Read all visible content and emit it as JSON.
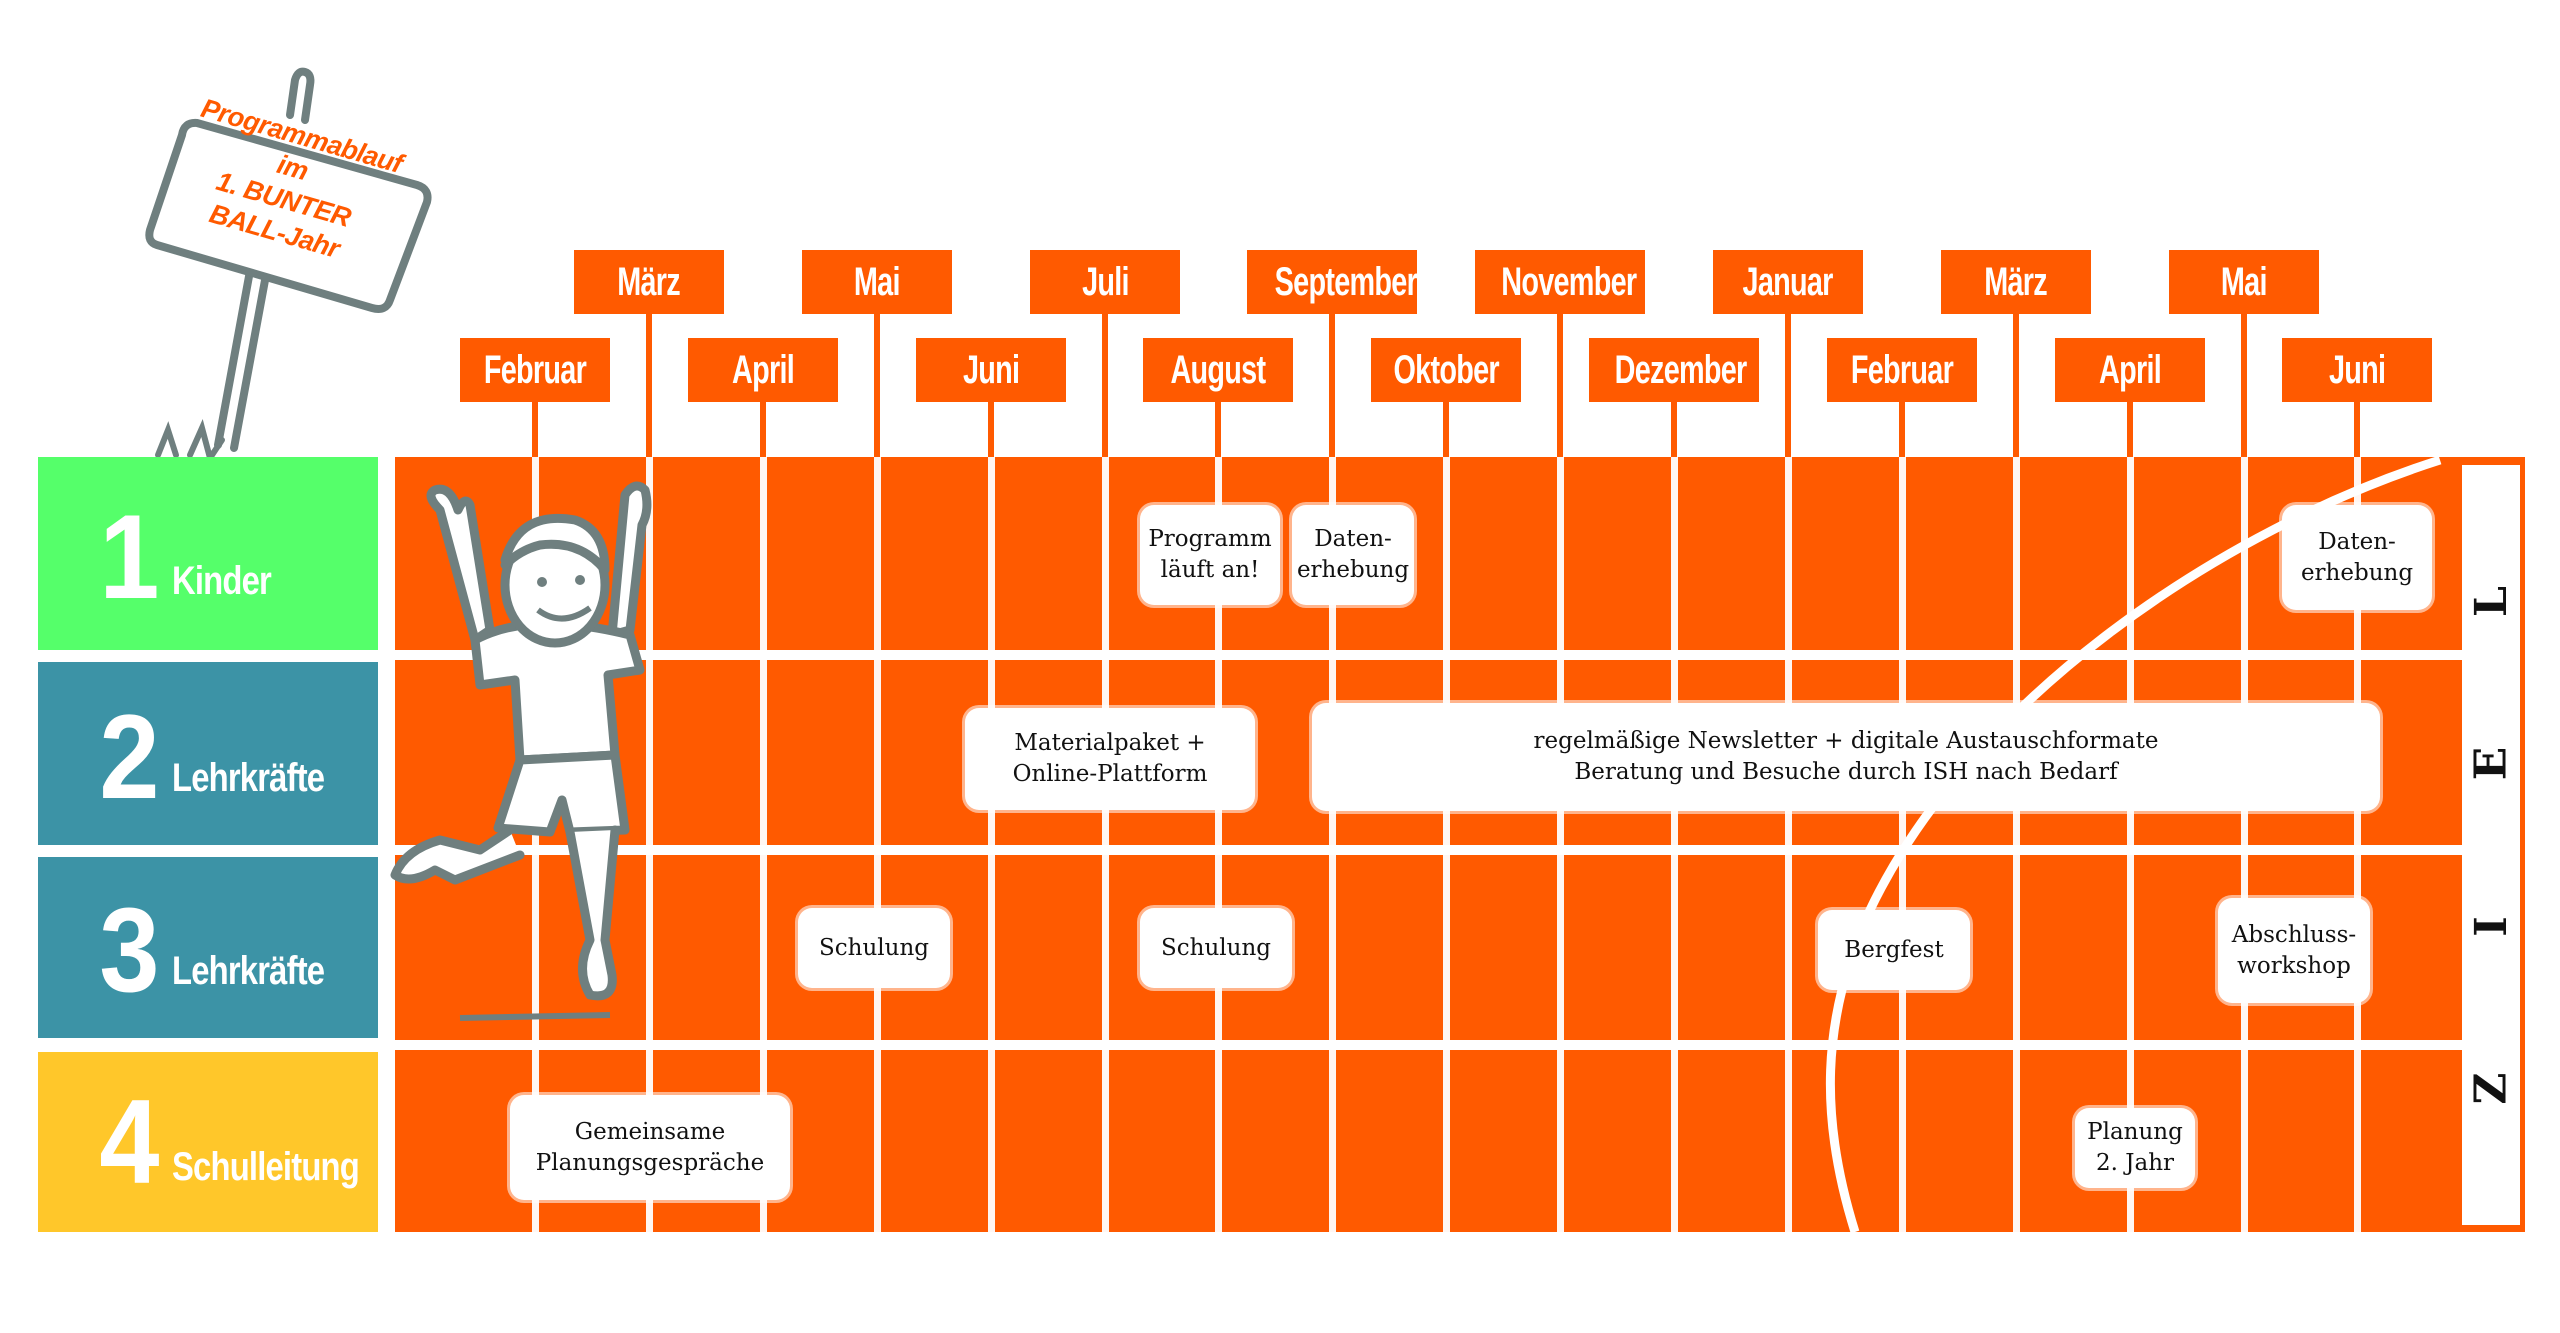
{
  "title_sign": {
    "line1": "Programmablauf im",
    "line2": "1. BUNTER BALL-Jahr"
  },
  "colors": {
    "track": "#ff5a00",
    "lane_1": "#55ff6a",
    "lane_2": "#3c93a6",
    "lane_3": "#3c93a6",
    "lane_4": "#ffc72a",
    "outline_grey": "#6f7f7f"
  },
  "lanes": [
    {
      "number": "1",
      "label": "Kinder"
    },
    {
      "number": "2",
      "label": "Lehrkräfte"
    },
    {
      "number": "3",
      "label": "Lehrkräfte"
    },
    {
      "number": "4",
      "label": "Schulleitung"
    }
  ],
  "months": [
    {
      "label": "Februar",
      "row": "lower"
    },
    {
      "label": "März",
      "row": "upper"
    },
    {
      "label": "April",
      "row": "lower"
    },
    {
      "label": "Mai",
      "row": "upper"
    },
    {
      "label": "Juni",
      "row": "lower"
    },
    {
      "label": "Juli",
      "row": "upper"
    },
    {
      "label": "August",
      "row": "lower"
    },
    {
      "label": "September",
      "row": "upper"
    },
    {
      "label": "Oktober",
      "row": "lower"
    },
    {
      "label": "November",
      "row": "upper"
    },
    {
      "label": "Dezember",
      "row": "lower"
    },
    {
      "label": "Januar",
      "row": "upper"
    },
    {
      "label": "Februar",
      "row": "lower"
    },
    {
      "label": "März",
      "row": "upper"
    },
    {
      "label": "April",
      "row": "lower"
    },
    {
      "label": "Mai",
      "row": "upper"
    },
    {
      "label": "Juni",
      "row": "lower"
    }
  ],
  "events": {
    "kinder_programm": {
      "lane": 1,
      "month": "August",
      "line1": "Programm",
      "line2": "läuft an!"
    },
    "kinder_daten_1": {
      "lane": 1,
      "month": "September",
      "line1": "Daten-",
      "line2": "erhebung"
    },
    "kinder_daten_2": {
      "lane": 1,
      "month": "Juni",
      "line1": "Daten-",
      "line2": "erhebung"
    },
    "lehr_material": {
      "lane": 2,
      "month": "Juli",
      "line1": "Materialpaket +",
      "line2": "Online-Plattform"
    },
    "lehr_newsletter": {
      "lane": 2,
      "month": "September–Juni",
      "line1": "regelmäßige Newsletter + digitale Austauschformate",
      "line2": "Beratung und Besuche durch ISH nach Bedarf"
    },
    "schulung_1": {
      "lane": 3,
      "month": "Mai",
      "text": "Schulung"
    },
    "schulung_2": {
      "lane": 3,
      "month": "August",
      "text": "Schulung"
    },
    "bergfest": {
      "lane": 3,
      "month": "Februar",
      "text": "Bergfest"
    },
    "abschluss": {
      "lane": 3,
      "month": "Mai",
      "line1": "Abschluss-",
      "line2": "workshop"
    },
    "planungsgespraeche": {
      "lane": 4,
      "month": "Februar–März",
      "line1": "Gemeinsame",
      "line2": "Planungsgespräche"
    },
    "planung_2": {
      "lane": 4,
      "month": "April",
      "line1": "Planung",
      "line2": "2. Jahr"
    }
  },
  "finish": {
    "letters": [
      "Z",
      "I",
      "E",
      "L"
    ]
  }
}
